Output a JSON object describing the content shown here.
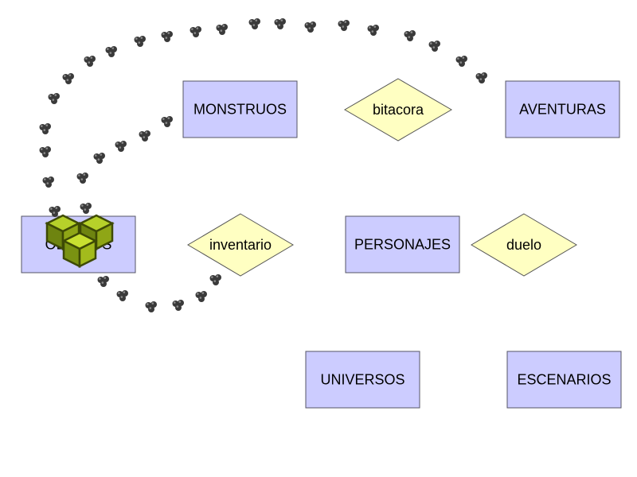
{
  "diagram": {
    "colors": {
      "entity_fill": "#ccccff",
      "relationship_fill": "#ffffc2",
      "cursor_cube": "#8faa14",
      "trail": "#3a3a3a"
    },
    "entities": {
      "monstruos": "MONSTRUOS",
      "aventuras": "AVENTURAS",
      "objetos": "OBJETOS",
      "personajes": "PERSONAJES",
      "universos": "UNIVERSOS",
      "escenarios": "ESCENARIOS"
    },
    "relationships": {
      "bitacora": "bitacora",
      "inventario": "inventario",
      "duelo": "duelo"
    },
    "cursor": {
      "icon": "stacked-cubes-icon"
    }
  }
}
